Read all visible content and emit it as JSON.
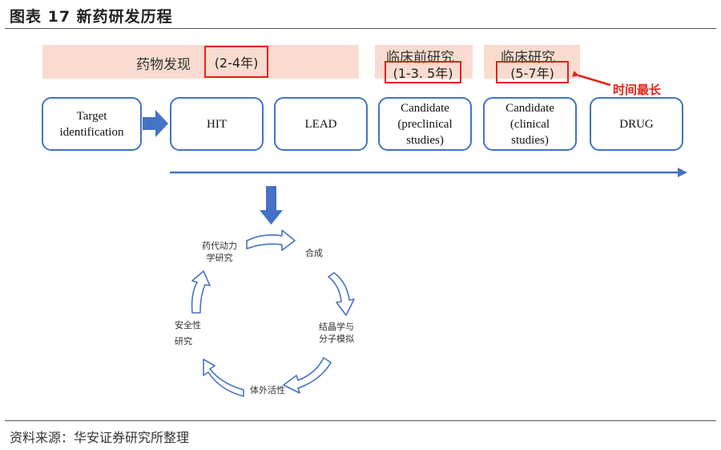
{
  "figure": {
    "title": "图表 17  新药研发历程",
    "source": "资料来源：华安证券研究所整理"
  },
  "phases": [
    {
      "label": "药物发现",
      "duration": "(2-4年)"
    },
    {
      "label": "临床前研究",
      "duration": "(1-3. 5年)"
    },
    {
      "label": "临床研究",
      "duration": "(5-7年)"
    }
  ],
  "note": {
    "text": "时间最长",
    "color": "#e2231a"
  },
  "stages": [
    {
      "lines": [
        "Target",
        "identification"
      ]
    },
    {
      "lines": [
        "HIT"
      ]
    },
    {
      "lines": [
        "LEAD"
      ]
    },
    {
      "lines": [
        "Candidate",
        "(preclinical",
        "studies)"
      ]
    },
    {
      "lines": [
        "Candidate",
        "(clinical",
        "studies)"
      ]
    },
    {
      "lines": [
        "DRUG"
      ]
    }
  ],
  "cycle": [
    {
      "lines": [
        "药代动力",
        "学研究"
      ]
    },
    {
      "lines": [
        "合成"
      ]
    },
    {
      "lines": [
        "结晶学与",
        "分子模拟"
      ]
    },
    {
      "lines": [
        "体外活性"
      ]
    },
    {
      "lines": [
        "安全性",
        "研究"
      ]
    }
  ],
  "colors": {
    "box_border": "#4472c4",
    "arrow": "#4472c4",
    "band": "#f9dccf",
    "highlight": "#e2231a"
  }
}
